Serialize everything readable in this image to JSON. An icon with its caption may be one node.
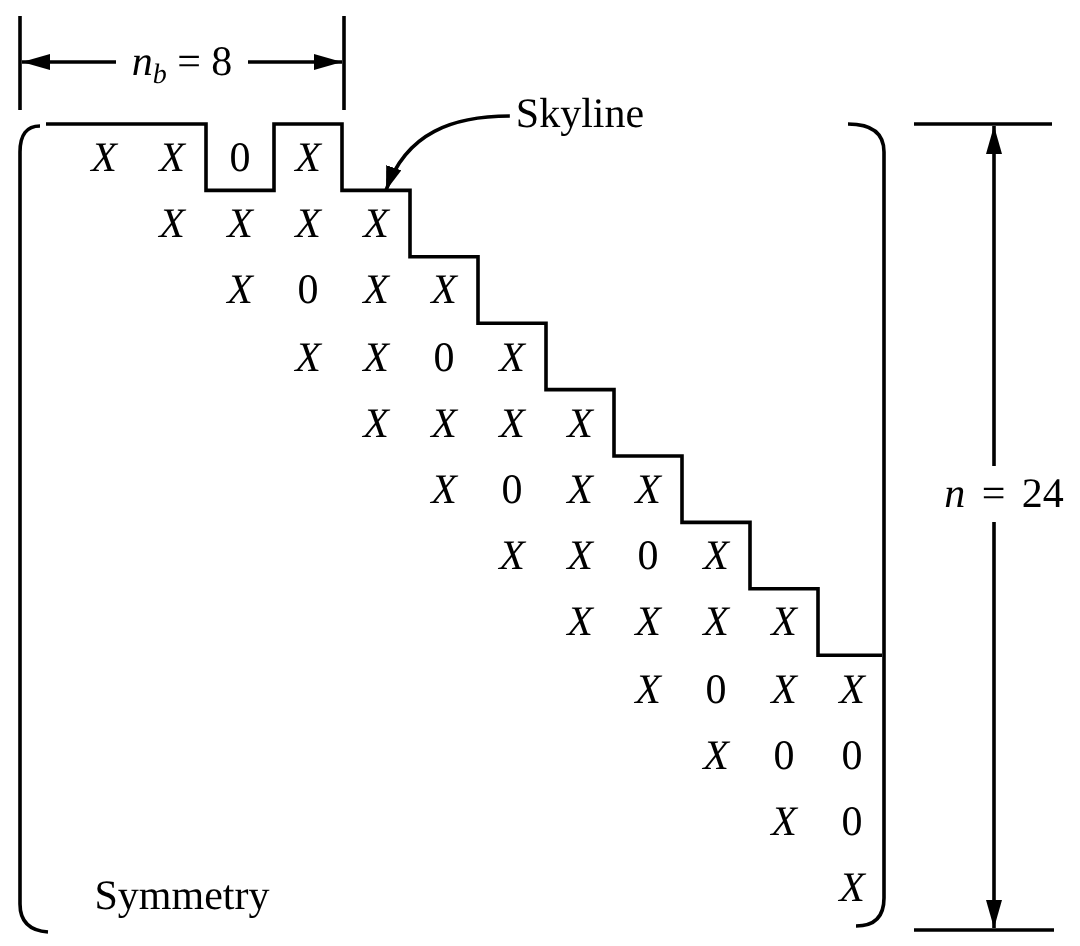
{
  "diagram": {
    "nodes": [
      {
        "text": [
          "Skyline"
        ]
      },
      {
        "text": [],
        "shape": "line"
      }
    ],
    "edges": [
      {
        "from": 0,
        "to": 1,
        "arrow": "to"
      }
    ],
    "labels": [
      "*n*$_{b}$ = 8",
      "X",
      "X",
      "0",
      "X",
      "X",
      "X",
      "X",
      "X",
      "X",
      "0",
      "X",
      "X",
      "X",
      "X",
      "0",
      "X",
      "X",
      "X",
      "X",
      "X",
      "X",
      "0",
      "X",
      "X",
      "X",
      "X",
      "0",
      "X",
      "X",
      "X",
      "X",
      "X",
      "X",
      "0",
      "X",
      "X",
      "X",
      "0",
      "0",
      "X",
      "0",
      "X",
      "*n* = 24",
      "Symmetry"
    ]
  }
}
